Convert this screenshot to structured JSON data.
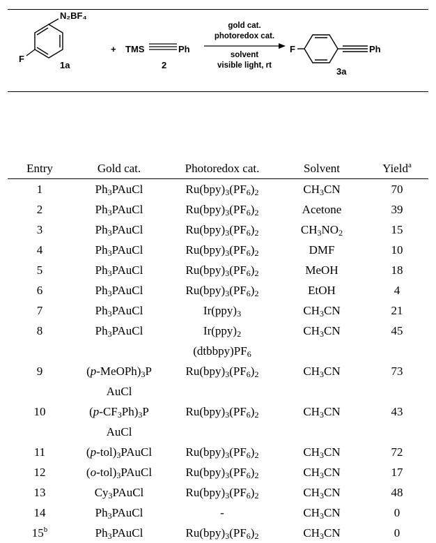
{
  "scheme": {
    "reactant1_label": "1a",
    "reactant1_group": "N₂BF₄",
    "reactant1_substituent": "F",
    "plus": "+",
    "reactant2_tms": "TMS",
    "reactant2_ph": "Ph",
    "reactant2_label": "2",
    "conditions_above_1": "gold cat.",
    "conditions_above_2": "photoredox cat.",
    "conditions_below_1": "solvent",
    "conditions_below_2": "visible light, rt",
    "product_substituent": "F",
    "product_ph": "Ph",
    "product_label": "3a"
  },
  "table": {
    "headers": {
      "entry": "Entry",
      "gold": "Gold cat.",
      "photo": "Photoredox cat.",
      "solvent": "Solvent",
      "yield": "Yield",
      "yield_footnote": "a"
    },
    "rows": [
      {
        "entry": "1",
        "gold": [
          "Ph₃PAuCl"
        ],
        "photo": [
          "Ru(bpy)₃(PF₆)₂"
        ],
        "solvent": "CH₃CN",
        "yield": "70"
      },
      {
        "entry": "2",
        "gold": [
          "Ph₃PAuCl"
        ],
        "photo": [
          "Ru(bpy)₃(PF₆)₂"
        ],
        "solvent": "Acetone",
        "yield": "39"
      },
      {
        "entry": "3",
        "gold": [
          "Ph₃PAuCl"
        ],
        "photo": [
          "Ru(bpy)₃(PF₆)₂"
        ],
        "solvent": "CH₃NO₂",
        "yield": "15"
      },
      {
        "entry": "4",
        "gold": [
          "Ph₃PAuCl"
        ],
        "photo": [
          "Ru(bpy)₃(PF₆)₂"
        ],
        "solvent": "DMF",
        "yield": "10"
      },
      {
        "entry": "5",
        "gold": [
          "Ph₃PAuCl"
        ],
        "photo": [
          "Ru(bpy)₃(PF₆)₂"
        ],
        "solvent": "MeOH",
        "yield": "18"
      },
      {
        "entry": "6",
        "gold": [
          "Ph₃PAuCl"
        ],
        "photo": [
          "Ru(bpy)₃(PF₆)₂"
        ],
        "solvent": "EtOH",
        "yield": "4"
      },
      {
        "entry": "7",
        "gold": [
          "Ph₃PAuCl"
        ],
        "photo": [
          "Ir(ppy)₃"
        ],
        "solvent": "CH₃CN",
        "yield": "21"
      },
      {
        "entry": "8",
        "gold": [
          "Ph₃PAuCl"
        ],
        "photo": [
          "Ir(ppy)₂",
          "(dtbbpy)PF₆"
        ],
        "solvent": "CH₃CN",
        "yield": "45"
      },
      {
        "entry": "9",
        "gold": [
          "(p-MeOPh)₃P",
          "AuCl"
        ],
        "photo": [
          "Ru(bpy)₃(PF₆)₂"
        ],
        "solvent": "CH₃CN",
        "yield": "73"
      },
      {
        "entry": "10",
        "gold": [
          "(p-CF₃Ph)₃P",
          "AuCl"
        ],
        "photo": [
          "Ru(bpy)₃(PF₆)₂"
        ],
        "solvent": "CH₃CN",
        "yield": "43"
      },
      {
        "entry": "11",
        "gold": [
          "(p-tol)₃PAuCl"
        ],
        "photo": [
          "Ru(bpy)₃(PF₆)₂"
        ],
        "solvent": "CH₃CN",
        "yield": "72"
      },
      {
        "entry": "12",
        "gold": [
          "(o-tol)₃PAuCl"
        ],
        "photo": [
          "Ru(bpy)₃(PF₆)₂"
        ],
        "solvent": "CH₃CN",
        "yield": "17"
      },
      {
        "entry": "13",
        "gold": [
          "Cy₃PAuCl"
        ],
        "photo": [
          "Ru(bpy)₃(PF₆)₂"
        ],
        "solvent": "CH₃CN",
        "yield": "48"
      },
      {
        "entry": "14",
        "gold": [
          "Ph₃PAuCl"
        ],
        "photo": [
          "-"
        ],
        "solvent": "CH₃CN",
        "yield": "0"
      },
      {
        "entry": "15",
        "entry_footnote": "b",
        "gold": [
          "Ph₃PAuCl"
        ],
        "photo": [
          "Ru(bpy)₃(PF₆)₂"
        ],
        "solvent": "CH₃CN",
        "yield": "0"
      }
    ]
  }
}
